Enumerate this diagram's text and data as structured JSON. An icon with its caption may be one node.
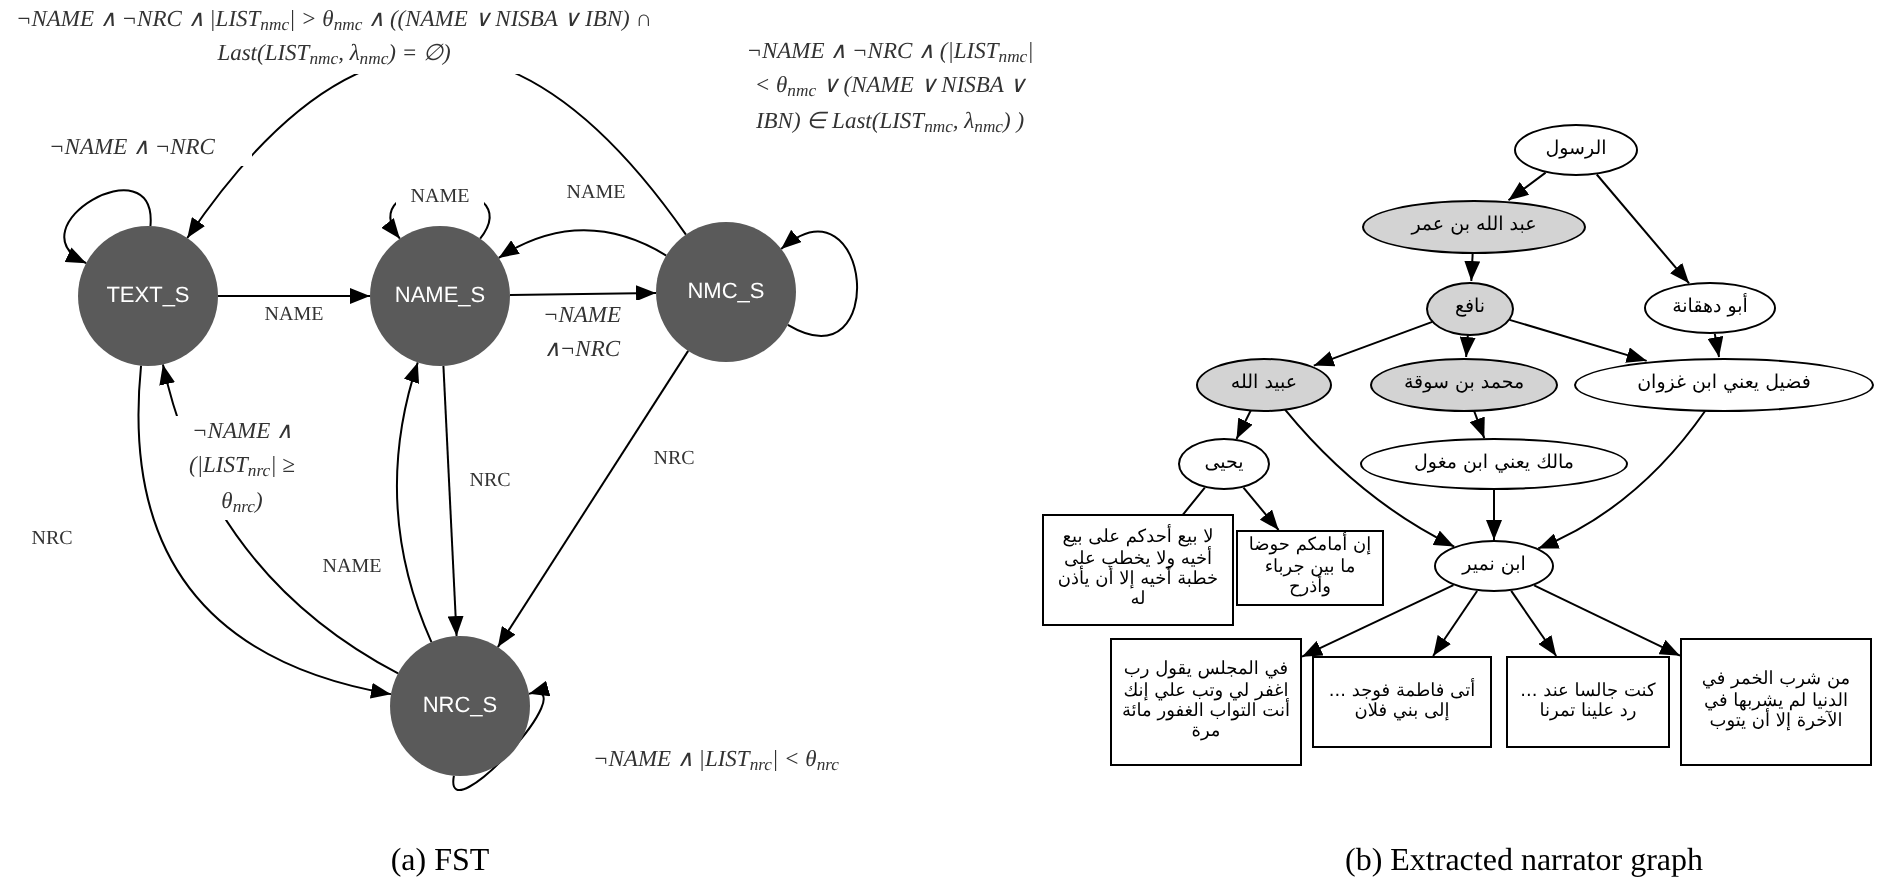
{
  "diagram": {
    "nodes": [
      {
        "text": [
          "TEXT_S"
        ]
      },
      {
        "text": [
          "NAME_S"
        ]
      },
      {
        "text": [
          "NMC_S"
        ]
      },
      {
        "text": [
          "NRC_S"
        ]
      },
      {
        "text": [
          "الرسول"
        ]
      },
      {
        "text": [
          "عبد الله بن عمر"
        ]
      },
      {
        "text": [
          "أبو دهقانة"
        ]
      },
      {
        "text": [
          "نافع"
        ]
      },
      {
        "text": [
          "عبيد الله"
        ]
      },
      {
        "text": [
          "محمد بن سوقة"
        ]
      },
      {
        "text": [
          "فضيل يعني ابن غزوان"
        ]
      },
      {
        "text": [
          "يحيى"
        ]
      },
      {
        "text": [
          "مالك يعني ابن مغول"
        ]
      },
      {
        "text": [
          "لا بيع أحدكم على بيع أخيه ولا يخطب على خطبة أخيه إلا أن يأذن له"
        ]
      },
      {
        "text": [
          "إن أمامكم حوضا ما بين جرباء وأذرح"
        ]
      },
      {
        "text": [
          "ابن نمير"
        ]
      },
      {
        "text": [
          "في المجلس يقول رب اغفر لي وتب علي إنك أنت التواب الغفور مائة مرة"
        ]
      },
      {
        "text": [
          "أتى فاطمة فوجد ... إلى بني فلان"
        ]
      },
      {
        "text": [
          "كنت جالسا عند ... رد علينا تمرنا"
        ]
      },
      {
        "text": [
          "من شرب الخمر في الدنيا لم يشربها في الآخرة إلا أن يتوب"
        ]
      }
    ],
    "edges": [
      {
        "from": 0,
        "to": 0,
        "arrow": "to",
        "label": "¬NAME ∧ ¬NRC"
      },
      {
        "from": 0,
        "to": 1,
        "arrow": "to",
        "label": "NAME"
      },
      {
        "from": 1,
        "to": 1,
        "arrow": "to",
        "label": "NAME"
      },
      {
        "from": 1,
        "to": 2,
        "arrow": "to",
        "label": "¬NAME ∧¬NRC"
      },
      {
        "from": 2,
        "to": 1,
        "arrow": "to",
        "label": "NAME"
      },
      {
        "from": 2,
        "to": 2,
        "arrow": "to",
        "label": "¬NAME ∧ ¬NRC ∧ (|LIST$_{nmc}$| < θ$_{nmc}$ ∨ (NAME ∨ NISBA ∨ IBN) ∈ Last(LIST$_{nmc}$, λ$_{nmc}$) )"
      },
      {
        "from": 2,
        "to": 0,
        "arrow": "to",
        "label": "¬NAME ∧ ¬NRC ∧ |LIST$_{nmc}$| > θ$_{nmc}$ ∧ ((NAME ∨ NISBA ∨ IBN) ∩ Last(LIST$_{nmc}$, λ$_{nmc}$) = ∅)"
      },
      {
        "from": 0,
        "to": 3,
        "arrow": "to",
        "label": "NRC"
      },
      {
        "from": 3,
        "to": 0,
        "arrow": "to",
        "label": "¬NAME ∧ (|LIST$_{nrc}$| ≥ θ$_{nrc}$)"
      },
      {
        "from": 3,
        "to": 1,
        "arrow": "to",
        "label": "NAME"
      },
      {
        "from": 1,
        "to": 3,
        "arrow": "to",
        "label": "NRC"
      },
      {
        "from": 2,
        "to": 3,
        "arrow": "to",
        "label": "NRC"
      },
      {
        "from": 3,
        "to": 3,
        "arrow": "to",
        "label": "¬NAME ∧ |LIST$_{nrc}$| < θ$_{nrc}$"
      },
      {
        "from": 4,
        "to": 5,
        "arrow": "to"
      },
      {
        "from": 4,
        "to": 6,
        "arrow": "to"
      },
      {
        "from": 5,
        "to": 7,
        "arrow": "to"
      },
      {
        "from": 7,
        "to": 8,
        "arrow": "to"
      },
      {
        "from": 7,
        "to": 9,
        "arrow": "to"
      },
      {
        "from": 7,
        "to": 10,
        "arrow": "to"
      },
      {
        "from": 6,
        "to": 10,
        "arrow": "to"
      },
      {
        "from": 8,
        "to": 11,
        "arrow": "to"
      },
      {
        "from": 8,
        "to": 15,
        "arrow": "to"
      },
      {
        "from": 9,
        "to": 12,
        "arrow": "to"
      },
      {
        "from": 12,
        "to": 15,
        "arrow": "to"
      },
      {
        "from": 10,
        "to": 15,
        "arrow": "to"
      },
      {
        "from": 11,
        "to": 13,
        "arrow": "to"
      },
      {
        "from": 11,
        "to": 14,
        "arrow": "to"
      },
      {
        "from": 15,
        "to": 16,
        "arrow": "to"
      },
      {
        "from": 15,
        "to": 17,
        "arrow": "to"
      },
      {
        "from": 15,
        "to": 18,
        "arrow": "to"
      },
      {
        "from": 15,
        "to": 19,
        "arrow": "to"
      }
    ],
    "labels": [
      "(a) FST",
      "(b) Extracted narrator graph"
    ]
  }
}
